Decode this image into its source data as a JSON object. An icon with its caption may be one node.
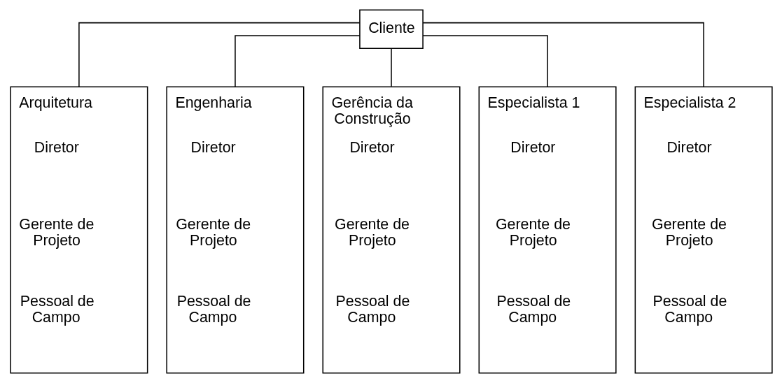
{
  "diagram": {
    "nodes": [
      {
        "text": [
          "Cliente"
        ]
      },
      {
        "text": [
          "Arquitetura",
          "Diretor",
          "Gerente de Projeto",
          "Pessoal de Campo"
        ]
      },
      {
        "text": [
          "Engenharia",
          "Diretor",
          "Gerente de Projeto",
          "Pessoal de Campo"
        ]
      },
      {
        "text": [
          "Gerência da Construção",
          "Diretor",
          "Gerente de Projeto",
          "Pessoal de Campo"
        ]
      },
      {
        "text": [
          "Especialista 1",
          "Diretor",
          "Gerente de Projeto",
          "Pessoal de Campo"
        ]
      },
      {
        "text": [
          "Especialista 2",
          "Diretor",
          "Gerente de Projeto",
          "Pessoal de Campo"
        ]
      }
    ],
    "edges": [
      {
        "from": 0,
        "to": 1,
        "arrow": "none"
      },
      {
        "from": 0,
        "to": 2,
        "arrow": "none"
      },
      {
        "from": 0,
        "to": 3,
        "arrow": "none"
      },
      {
        "from": 0,
        "to": 4,
        "arrow": "none"
      },
      {
        "from": 0,
        "to": 5,
        "arrow": "none"
      }
    ]
  }
}
